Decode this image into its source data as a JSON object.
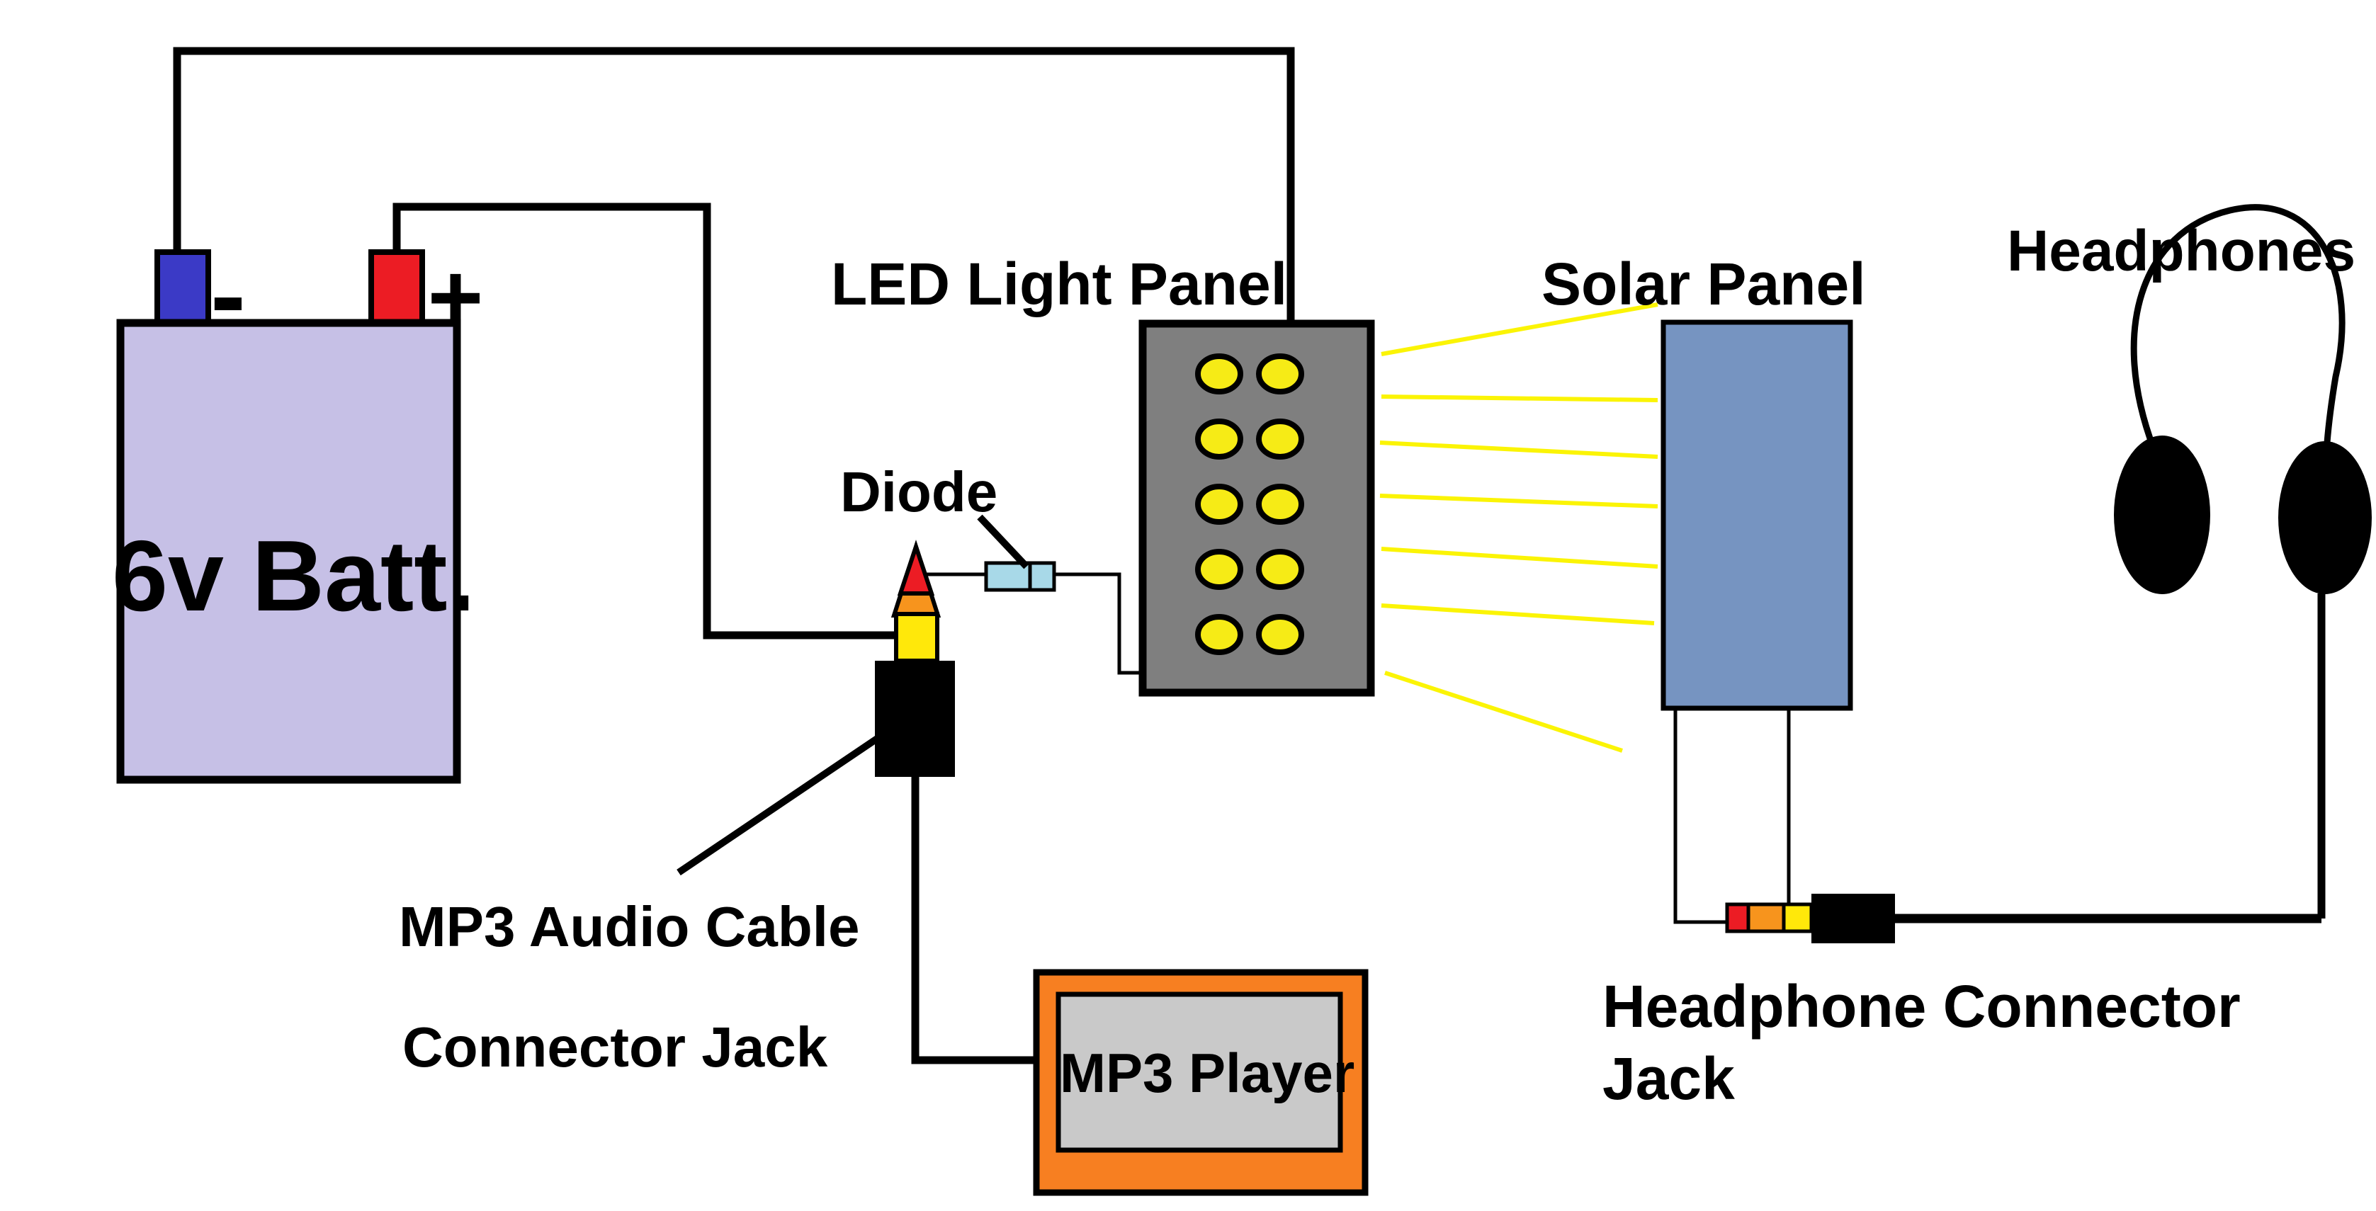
{
  "labels": {
    "battery": "6v Batt.",
    "battery_minus": "-",
    "battery_plus": "+",
    "led_panel": "LED Light Panel",
    "solar_panel": "Solar Panel",
    "headphones": "Headphones",
    "diode": "Diode",
    "mp3_cable_line1": "MP3 Audio Cable",
    "mp3_cable_line2": "Connector Jack",
    "headphone_jack_line1": "Headphone Connector",
    "headphone_jack_line2": "Jack",
    "mp3_player": "MP3 Player"
  },
  "colors": {
    "background": "#FFFFFF",
    "wire": "#000000",
    "battery_body": "#C6C0E6",
    "terminal_negative": "#3B3AC6",
    "terminal_positive": "#EC1C24",
    "led_panel_gray": "#7F7F7F",
    "led_yellow": "#F6EB16",
    "light_ray_yellow": "#FBF405",
    "solar_panel_blue": "#7694C1",
    "diode_blue": "#A8D9E8",
    "jack_tip_red": "#EC1C24",
    "jack_tip_orange": "#F7941D",
    "jack_tip_yellow": "#FFE80A",
    "jack_body_black": "#000000",
    "mp3_player_orange": "#F77F21",
    "mp3_screen_gray": "#C9C9C9",
    "earpiece_black": "#000000"
  }
}
